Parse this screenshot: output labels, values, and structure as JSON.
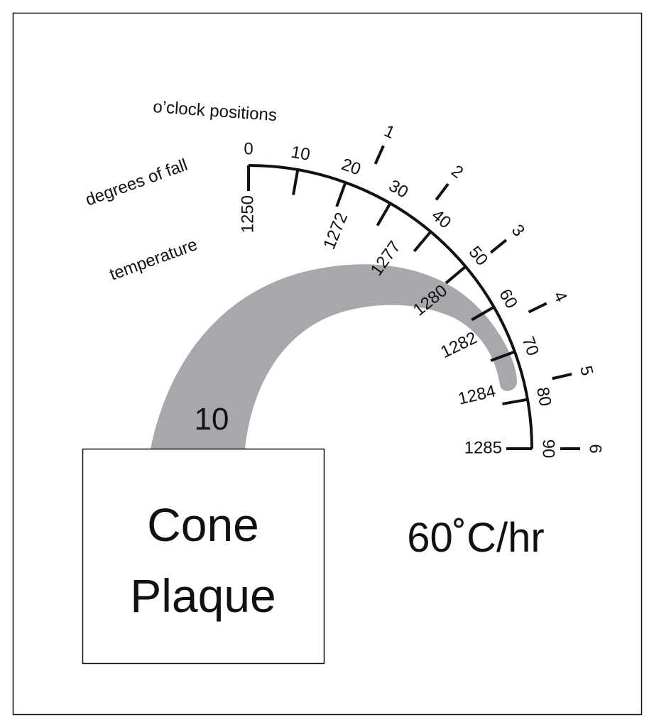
{
  "headings": {
    "clock": "o’clock positions",
    "degrees": "degrees of fall",
    "temperature": "temperature"
  },
  "cone_number": "10",
  "plaque": {
    "line1": "Cone",
    "line2": "Plaque"
  },
  "rate": "60˚C/hr",
  "degree_ticks": [
    {
      "deg": 0,
      "label": "0"
    },
    {
      "deg": 10,
      "label": "10"
    },
    {
      "deg": 20,
      "label": "20"
    },
    {
      "deg": 30,
      "label": "30"
    },
    {
      "deg": 40,
      "label": "40"
    },
    {
      "deg": 50,
      "label": "50"
    },
    {
      "deg": 60,
      "label": "60"
    },
    {
      "deg": 70,
      "label": "70"
    },
    {
      "deg": 80,
      "label": "80"
    },
    {
      "deg": 90,
      "label": "90"
    }
  ],
  "temperature_labels": [
    {
      "deg": 0,
      "label": "1250"
    },
    {
      "deg": 22,
      "label": "1272"
    },
    {
      "deg": 36,
      "label": "1277"
    },
    {
      "deg": 51,
      "label": "1280"
    },
    {
      "deg": 64,
      "label": "1282"
    },
    {
      "deg": 77,
      "label": "1284"
    },
    {
      "deg": 90,
      "label": "1285"
    }
  ],
  "clock_positions": [
    {
      "deg": 24,
      "label": "1"
    },
    {
      "deg": 37,
      "label": "2"
    },
    {
      "deg": 51,
      "label": "3"
    },
    {
      "deg": 64,
      "label": "4"
    },
    {
      "deg": 77,
      "label": "5"
    },
    {
      "deg": 90,
      "label": "6"
    }
  ],
  "colors": {
    "cone": "#a7a8ac",
    "ink": "#111111"
  }
}
